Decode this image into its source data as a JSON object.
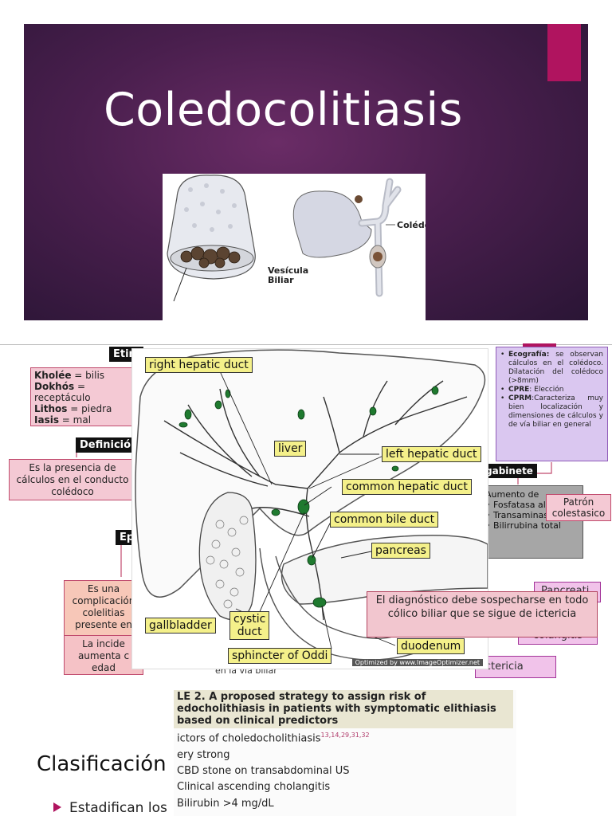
{
  "slide1": {
    "title": "Coledocolitiasis",
    "image_labels": {
      "vesicula": "Vesícula\nBiliar",
      "coledoco": "Colédo"
    }
  },
  "slide2": {
    "etimologia": {
      "header": "Etim",
      "lines": [
        {
          "term": "Kholée",
          "rest": " = bilis"
        },
        {
          "term": "Dokhós",
          "rest": " ="
        },
        {
          "term": "",
          "rest": "receptáculo"
        },
        {
          "term": "Lithos",
          "rest": " = piedra"
        },
        {
          "term": "Iasis",
          "rest": " = mal"
        }
      ]
    },
    "definicion": {
      "header": "Definició",
      "text": "Es la presencia de cálculos en el conducto colédoco"
    },
    "epidemiologia": {
      "header": "Ep",
      "box1": "Es una complicación colelitias presente en",
      "box2": "La incide aumenta c edad",
      "fragment": "en la vía biliar"
    },
    "imagen": {
      "items": [
        {
          "term": "Ecografía:",
          "text": " se observan cálculos en el colédoco. Dilatación del colédoco (>8mm)"
        },
        {
          "term": "CPRE",
          "text": ": Elección"
        },
        {
          "term": "CPRM",
          "text": ":Caracteriza muy bien localización y dimensiones de cálculos y de vía biliar en general"
        }
      ]
    },
    "gabinete": {
      "header": "gabinete",
      "intro": "Aumento de",
      "items": [
        "Fosfatasa alcalina",
        "Transaminasas",
        "Bilirrubina total"
      ],
      "patron": "Patrón colestasico"
    },
    "complicaciones": {
      "pancreatitis": "Pancreati",
      "colangitis": "colangitis",
      "ictericia": "Ictericia"
    },
    "liver_diagram": {
      "labels": {
        "right_hepatic_duct": "right hepatic duct",
        "liver": "liver",
        "left_hepatic_duct": "left hepatic duct",
        "common_hepatic_duct": "common hepatic duct",
        "common_bile_duct": "common bile duct",
        "pancreas": "pancreas",
        "gallbladder": "gallbladder",
        "cystic_duct": "cystic\nduct",
        "sphincter_of_oddi": "sphincter of Oddi",
        "duodenum": "duodenum"
      },
      "watermark": "Optimized by www.ImageOptimizer.net"
    },
    "diagnostico": "El diagnóstico debe sospecharse en todo cólico biliar que se sigue de ictericia",
    "table": {
      "title": "LE 2. A proposed strategy to assign risk of edocholithiasis in patients with symptomatic elithiasis based on clinical predictors",
      "predictors": "ictors of choledocholithiasis",
      "refs": "13,14,29,31,32",
      "very_strong": "ery strong",
      "cbd": "CBD stone on transabdominal US",
      "cholangitis": "Clinical ascending cholangitis",
      "bilirubin": "Bilirubin  >4 mg/dL"
    },
    "clasificacion": "Clasificación",
    "estadifican": "Estadifican los"
  },
  "colors": {
    "accent": "#b0145f",
    "slide1_bg": "#4a1f4e"
  }
}
